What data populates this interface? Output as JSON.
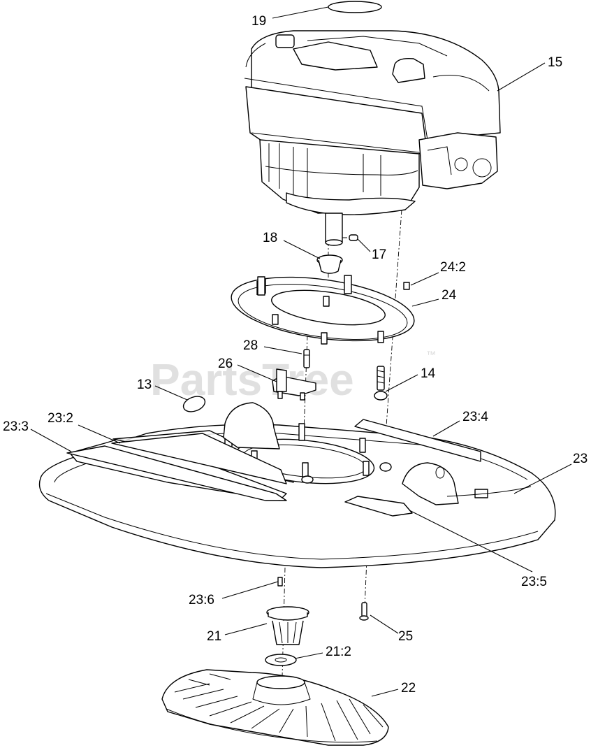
{
  "watermark": {
    "brand": "PartsTree",
    "tm": "™"
  },
  "callouts": {
    "c19": "19",
    "c15": "15",
    "c18": "18",
    "c17": "17",
    "c24_2": "24:2",
    "c24": "24",
    "c28": "28",
    "c26": "26",
    "c14": "14",
    "c13": "13",
    "c23_2": "23:2",
    "c23_3": "23:3",
    "c23_4": "23:4",
    "c23": "23",
    "c23_5": "23:5",
    "c23_6": "23:6",
    "c21": "21",
    "c25": "25",
    "c21_2": "21:2",
    "c22": "22"
  }
}
